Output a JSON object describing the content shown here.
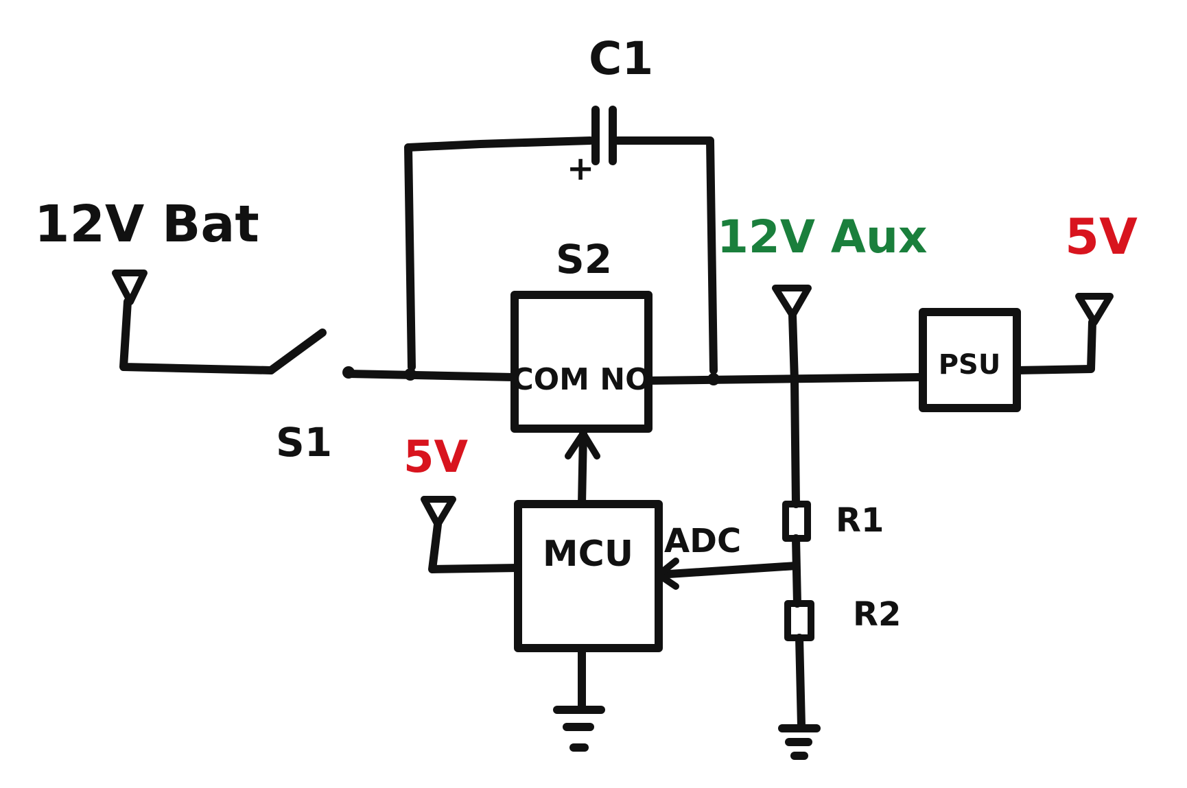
{
  "labels": {
    "capacitor": "C1",
    "capacitor_plus": "+",
    "bat": "12V Bat",
    "switch1": "S1",
    "switch2": "S2",
    "aux": "12V Aux",
    "psu_out": "5V",
    "mcu_supply": "5V",
    "comm_block": "COM NO",
    "mcu_block": "MCU",
    "adc": "ADC",
    "psu_block": "PSU",
    "r1": "R1",
    "r2": "R2"
  },
  "colors": {
    "ink": "#111111",
    "aux_green": "#1a7f3c",
    "five_volt_red": "#d8141e"
  }
}
